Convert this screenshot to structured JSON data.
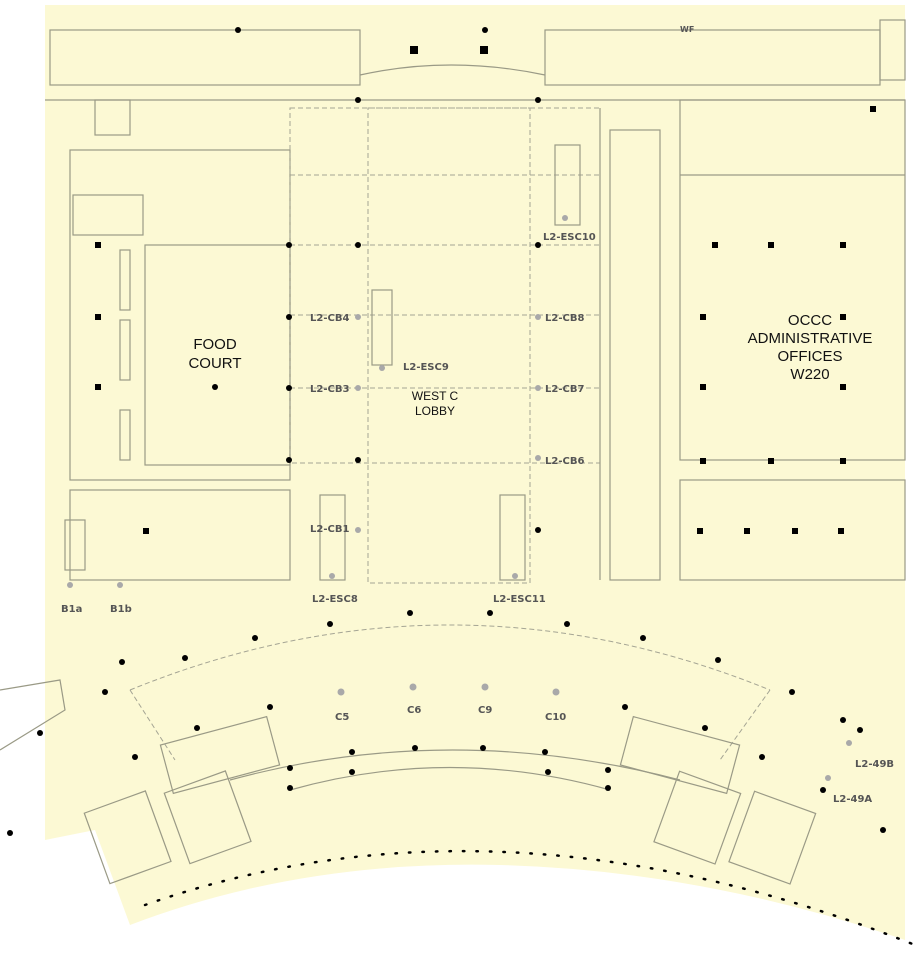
{
  "map": {
    "floor": "L2",
    "colors": {
      "floor_fill": "#fcf9d4",
      "walls": "#9a9a86",
      "column": "#000000",
      "poi": "#a9a9a9"
    },
    "rooms": {
      "food_court": [
        "FOOD",
        "COURT"
      ],
      "west_c_lobby": [
        "WEST C",
        "LOBBY"
      ],
      "admin_offices": [
        "OCCC",
        "ADMINISTRATIVE",
        "OFFICES",
        "W220"
      ]
    },
    "labels": {
      "wf": "WF",
      "cb1": "L2-CB1",
      "cb3": "L2-CB3",
      "cb4": "L2-CB4",
      "cb6": "L2-CB6",
      "cb7": "L2-CB7",
      "cb8": "L2-CB8",
      "esc8": "L2-ESC8",
      "esc9": "L2-ESC9",
      "esc10": "L2-ESC10",
      "esc11": "L2-ESC11",
      "b1a": "B1a",
      "b1b": "B1b",
      "c5": "C5",
      "c6": "C6",
      "c9": "C9",
      "c10": "C10",
      "l249a": "L2-49A",
      "l249b": "L2-49B"
    }
  }
}
